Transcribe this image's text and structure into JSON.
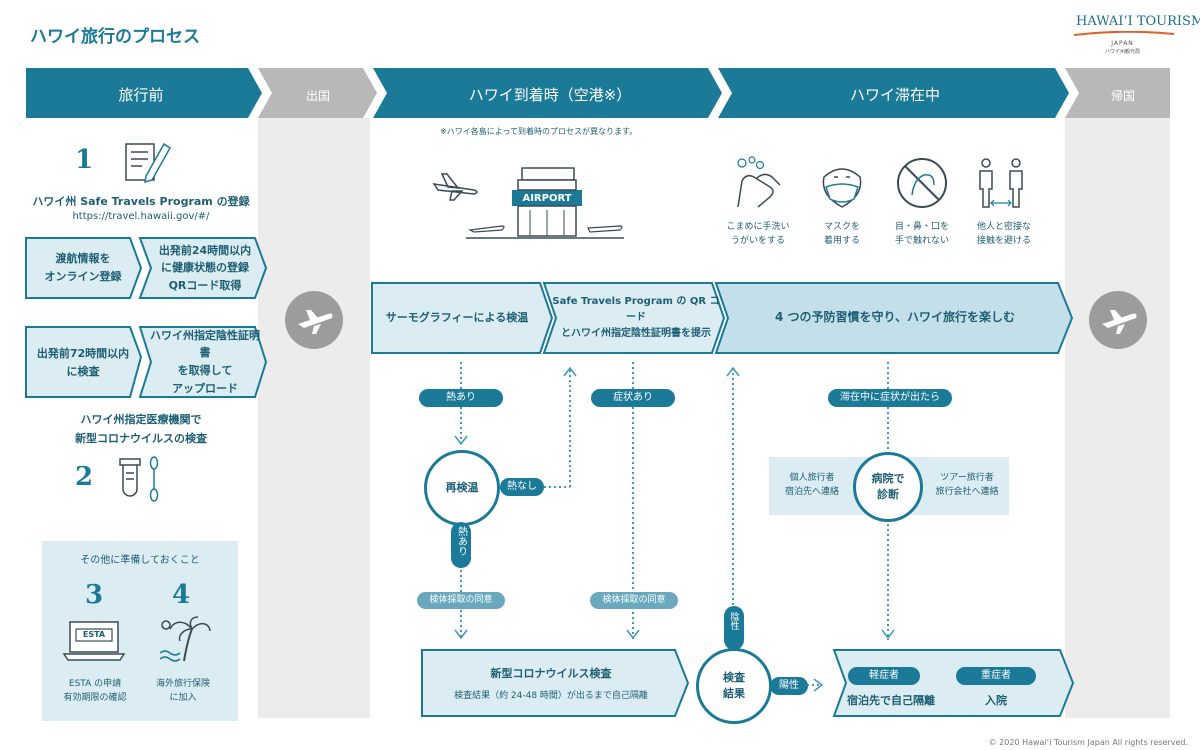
{
  "title": "ハワイ旅行のプロセス",
  "logo": {
    "main": "HAWAIʻI TOURISM",
    "sub": "JAPAN",
    "sub2": "ハワイ州観光局"
  },
  "phases": {
    "before": "旅行前",
    "departure": "出国",
    "arrival": "ハワイ到着時（空港※）",
    "stay": "ハワイ滞在中",
    "return": "帰国"
  },
  "arrival_note": "※ハワイ各島によって到着時のプロセスが異なります。",
  "before": {
    "step1_num": "1",
    "step1_title": "ハワイ州 Safe Travels Program の登録",
    "step1_url": "https://travel.hawaii.gov/#/",
    "box_a": [
      "渡航情報を",
      "オンライン登録"
    ],
    "box_b": [
      "出発前24時間以内",
      "に健康状態の登録",
      "QRコード取得"
    ],
    "box_c": [
      "出発前72時間以内",
      "に検査"
    ],
    "box_d": [
      "ハワイ州指定陰性証明書",
      "を取得して",
      "アップロード"
    ],
    "step2_text": [
      "ハワイ州指定医療機関で",
      "新型コロナウイルスの検査"
    ],
    "step2_num": "2",
    "prep_title": "その他に準備しておくこと",
    "step3_num": "3",
    "step3_icon_text": "ESTA",
    "step3_caption": [
      "ESTA の申請",
      "有効期限の確認"
    ],
    "step4_num": "4",
    "step4_caption": [
      "海外旅行保険",
      "に加入"
    ]
  },
  "airport_sign": "AIRPORT",
  "habits": [
    {
      "icon": "handwash-icon",
      "lines": [
        "こまめに手洗い",
        "うがいをする"
      ]
    },
    {
      "icon": "mask-icon",
      "lines": [
        "マスクを",
        "着用する"
      ]
    },
    {
      "icon": "no-touch-face-icon",
      "lines": [
        "目・鼻・口を",
        "手で触れない"
      ]
    },
    {
      "icon": "distance-icon",
      "lines": [
        "他人と密接な",
        "接触を避ける"
      ]
    }
  ],
  "flow": {
    "thermo": "サーモグラフィーによる検温",
    "qr_line1": "Safe Travels Program の QR コード",
    "qr_line2": "とハワイ州指定陰性証明書を提示",
    "enjoy": "4 つの予防習慣を守り、ハワイ旅行を楽しむ",
    "fever": "熱あり",
    "symptom": "症状あり",
    "stay_symptom": "滞在中に症状が出たら",
    "recheck": "再検温",
    "no_fever": "熱なし",
    "fever_v": "熱あり",
    "consent1": "検体採取の同意",
    "consent2": "検体採取の同意",
    "test_title": "新型コロナウイルス検査",
    "test_sub": "検査結果（約 24-48 時間）が出るまで自己隔離",
    "result": [
      "検査",
      "結果"
    ],
    "negative": "陰性",
    "positive": "陽性",
    "hospital": [
      "病院で",
      "診断"
    ],
    "individual": [
      "個人旅行者",
      "宿泊先へ連絡"
    ],
    "tour": [
      "ツアー旅行者",
      "旅行会社へ連絡"
    ],
    "mild": "軽症者",
    "severe": "重症者",
    "mild_action": "宿泊先で自己隔離",
    "severe_action": "入院"
  },
  "copyright": "© 2020 Hawaiʻi Tourism Japan All rights reserved.",
  "colors": {
    "primary": "#1b7a97",
    "light": "#dbedf3",
    "mid": "#c3e0ea",
    "gray": "#ececec",
    "grayHeader": "#b8b8b8"
  }
}
